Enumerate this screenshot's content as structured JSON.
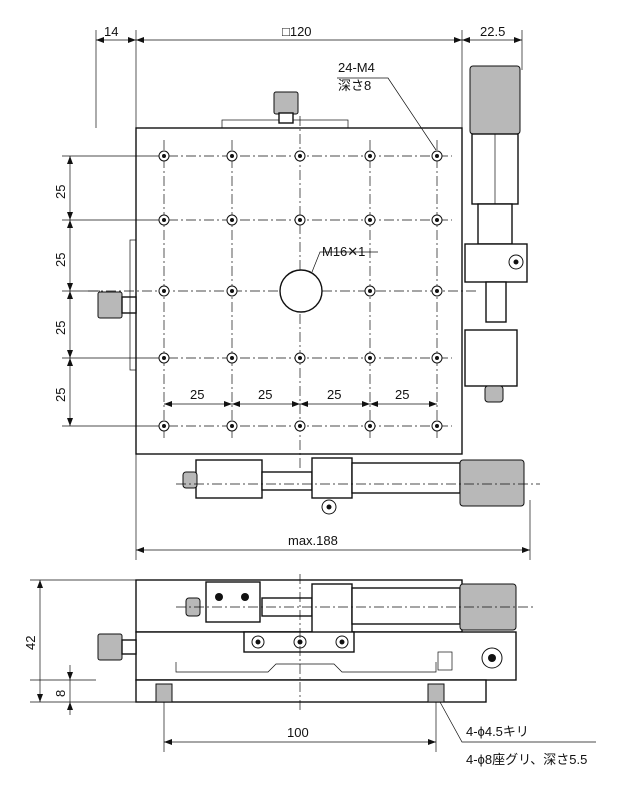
{
  "drawing": {
    "dimensions": {
      "width_left_offset": "14",
      "top_square": "□120",
      "right_micrometer": "22.5",
      "pitch_v1": "25",
      "pitch_v2": "25",
      "pitch_v3": "25",
      "pitch_v4": "25",
      "pitch_h1": "25",
      "pitch_h2": "25",
      "pitch_h3": "25",
      "pitch_h4": "25",
      "max_width": "max.188",
      "height": "42",
      "base_height": "8",
      "mount_pitch": "100"
    },
    "annotations": {
      "tapped_holes": "24-M4",
      "tapped_depth": "深さ8",
      "center_thread": "M16✕1",
      "through_holes": "4-ϕ4.5キリ",
      "counterbore": "4-ϕ8座グリ、深さ5.5"
    }
  }
}
